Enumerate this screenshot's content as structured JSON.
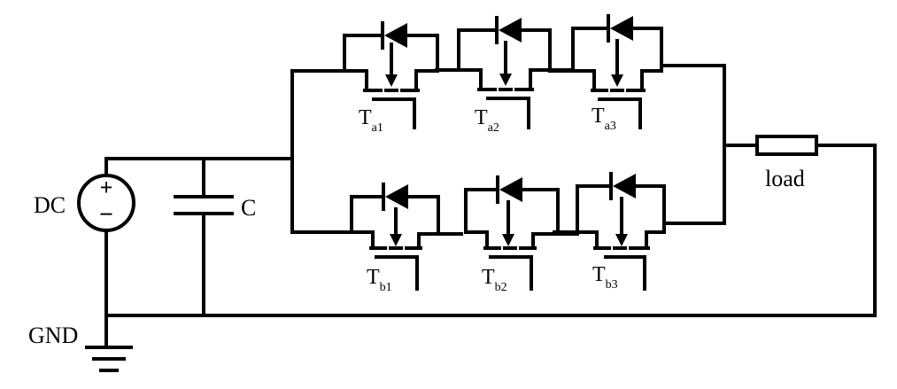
{
  "labels": {
    "source": "DC",
    "source_plus": "+",
    "source_minus": "−",
    "capacitor": "C",
    "load": "load",
    "ground": "GND"
  },
  "switches": [
    {
      "main": "T",
      "sub": "a1"
    },
    {
      "main": "T",
      "sub": "a2"
    },
    {
      "main": "T",
      "sub": "a3"
    },
    {
      "main": "T",
      "sub": "b1"
    },
    {
      "main": "T",
      "sub": "b2"
    },
    {
      "main": "T",
      "sub": "b3"
    }
  ]
}
